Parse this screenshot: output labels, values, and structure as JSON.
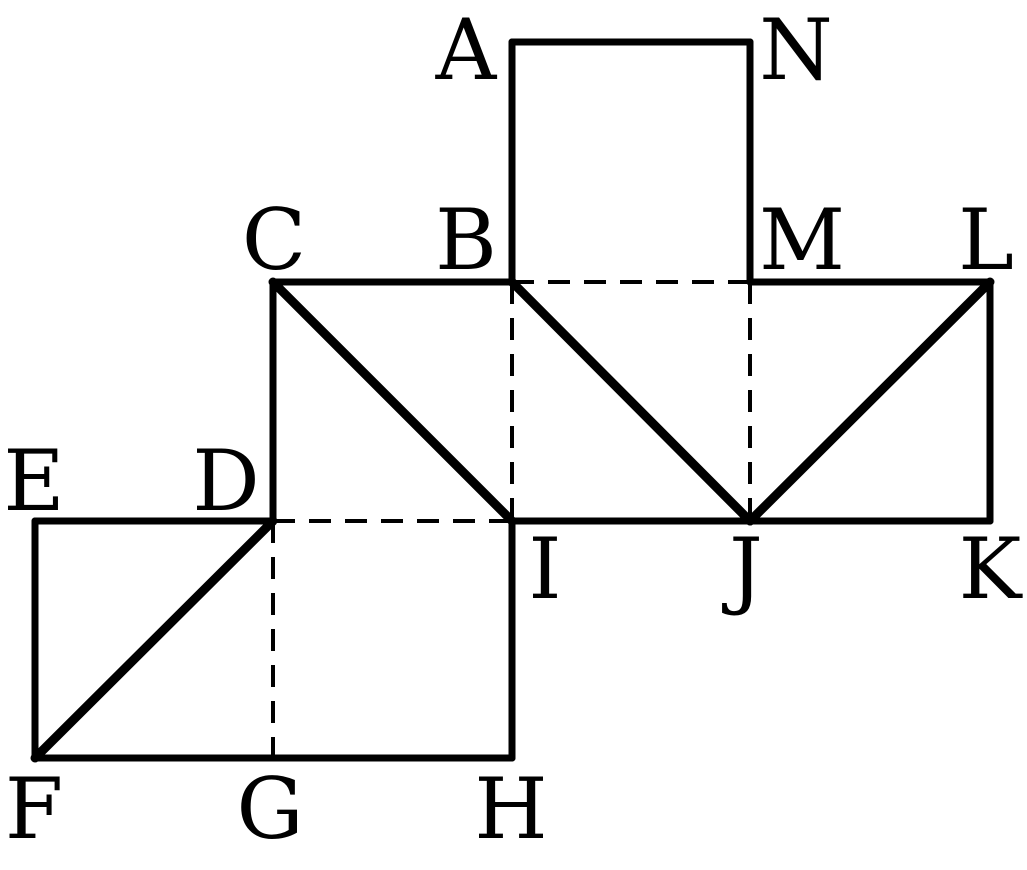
{
  "diagram": {
    "vertices": {
      "A": "A",
      "N": "N",
      "C": "C",
      "B": "B",
      "M": "M",
      "L": "L",
      "E": "E",
      "D": "D",
      "I": "I",
      "J": "J",
      "K": "K",
      "F": "F",
      "G": "G",
      "H": "H"
    },
    "line_color": "#000000",
    "segments": {
      "solid": [
        [
          "B",
          "A"
        ],
        [
          "A",
          "N"
        ],
        [
          "N",
          "M"
        ],
        [
          "C",
          "B"
        ],
        [
          "M",
          "L"
        ],
        [
          "L",
          "K"
        ],
        [
          "K",
          "I"
        ],
        [
          "C",
          "D"
        ],
        [
          "D",
          "E"
        ],
        [
          "E",
          "F"
        ],
        [
          "F",
          "H"
        ],
        [
          "H",
          "I"
        ]
      ],
      "thick": [
        [
          "C",
          "I"
        ],
        [
          "B",
          "J"
        ],
        [
          "J",
          "L"
        ],
        [
          "D",
          "F"
        ]
      ],
      "dashed": [
        [
          "B",
          "M"
        ],
        [
          "B",
          "I"
        ],
        [
          "M",
          "J"
        ],
        [
          "D",
          "I"
        ],
        [
          "D",
          "G"
        ]
      ]
    }
  }
}
